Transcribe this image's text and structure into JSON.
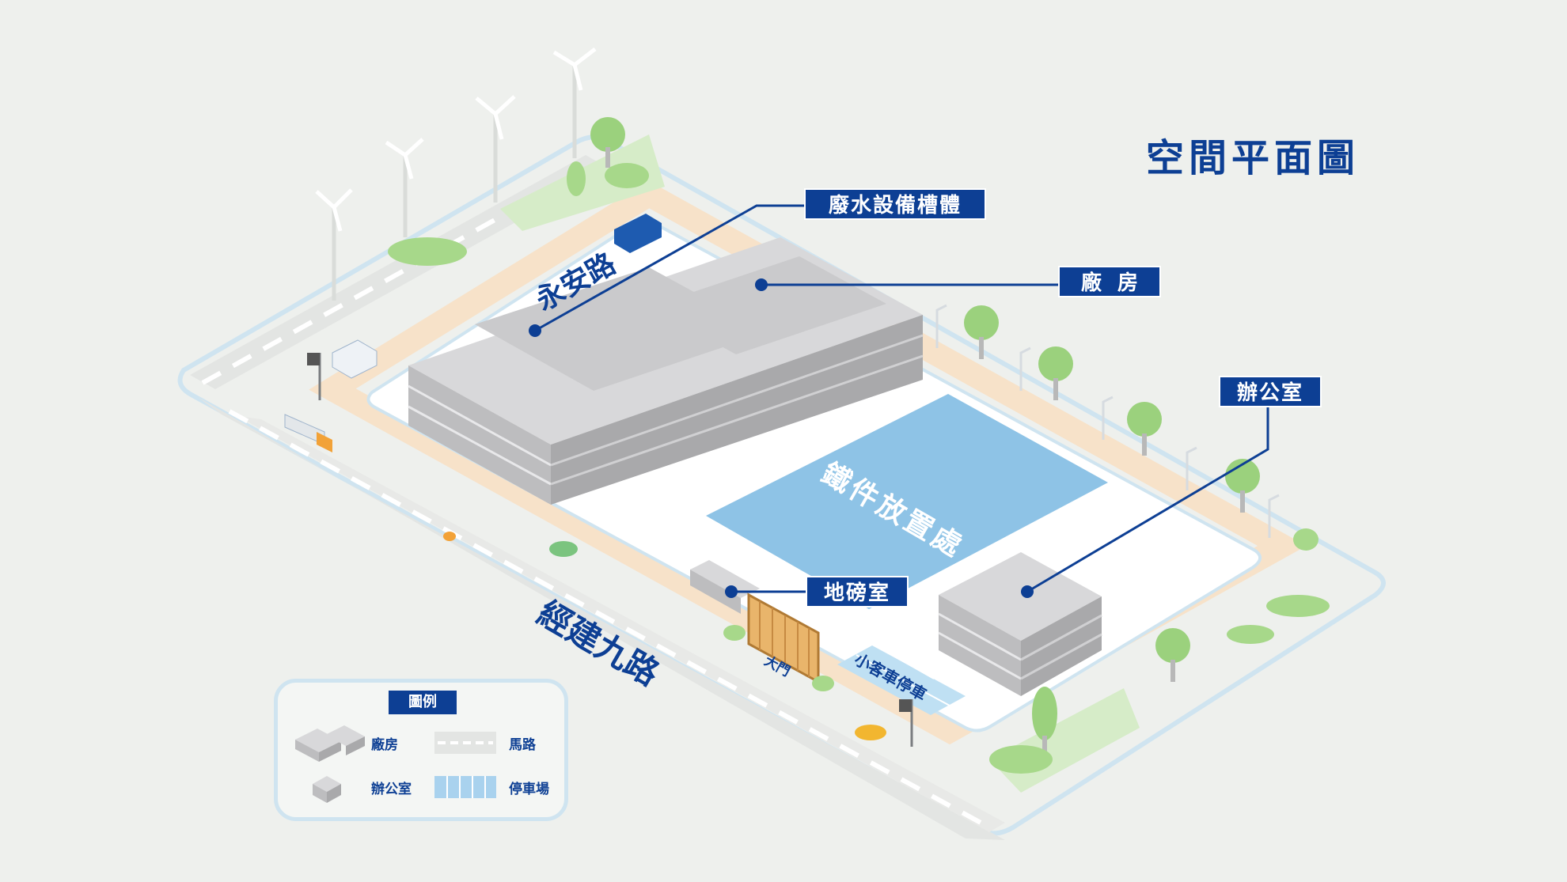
{
  "page": {
    "title": "空間平面圖"
  },
  "callouts": {
    "wastewater": "廢水設備槽體",
    "factory": "廠房",
    "office": "辦公室",
    "weighbridge": "地磅室"
  },
  "roads": {
    "top": "永安路",
    "bottom": "經建九路"
  },
  "areas": {
    "yard": "鐵件放置處",
    "gate": "大門",
    "parking": "小客車停車"
  },
  "legend": {
    "title": "圖例",
    "items": [
      {
        "label": "廠房",
        "icon": "factory-building-icon"
      },
      {
        "label": "馬路",
        "icon": "road-icon"
      },
      {
        "label": "辦公室",
        "icon": "office-building-icon"
      },
      {
        "label": "停車場",
        "icon": "parking-lot-icon"
      }
    ]
  },
  "colors": {
    "accent": "#0d3f94",
    "yard": "#8ec3e6",
    "building": "#c8c8ca",
    "road": "#e4e6e4",
    "greenery": "#9bd17d",
    "site_outline": "#cfe4f0"
  }
}
